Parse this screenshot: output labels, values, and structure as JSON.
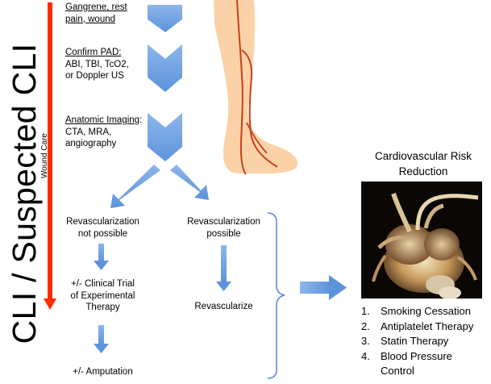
{
  "side_title": "CLI / Suspected CLI",
  "wound_care": "Wound Care",
  "steps": [
    {
      "heading": "Gangrene, rest",
      "line2": "pain, wound"
    },
    {
      "heading": "Confirm PAD:",
      "line2": "ABI, TBI, TcO2,",
      "line3": "or Doppler US"
    },
    {
      "heading": "Anatomic Imaging",
      "heading_suffix": ":",
      "line2": "CTA, MRA,",
      "line3": "angiography"
    }
  ],
  "left_branch": {
    "l1": "Revascularization",
    "l2": "not possible",
    "trial_l1": "+/- Clinical Trial",
    "trial_l2": "of Experimental",
    "trial_l3": "Therapy",
    "amputation": "+/- Amputation"
  },
  "right_branch": {
    "l1": "Revascularization",
    "l2": "possible",
    "result": "Revascularize"
  },
  "cv": {
    "title_l1": "Cardiovascular Risk",
    "title_l2": "Reduction",
    "items": [
      {
        "num": "1.",
        "text": "Smoking Cessation"
      },
      {
        "num": "2.",
        "text": "Antiplatelet Therapy"
      },
      {
        "num": "3.",
        "text": "Statin Therapy"
      },
      {
        "num": "4.",
        "text": "Blood Pressure",
        "text2": "Control"
      }
    ]
  },
  "colors": {
    "red_arrow": "#ff2a00",
    "blue_arrow": "#6ea0de",
    "blue_dark": "#4a80c8",
    "leg_skin": "#fbd2a8",
    "artery": "#c8401a",
    "bracket": "#5b8ed6"
  },
  "icons": [
    "down-chevron-arrow",
    "down-arrow",
    "right-arrow",
    "leg-illustration",
    "heart-ct-image"
  ]
}
